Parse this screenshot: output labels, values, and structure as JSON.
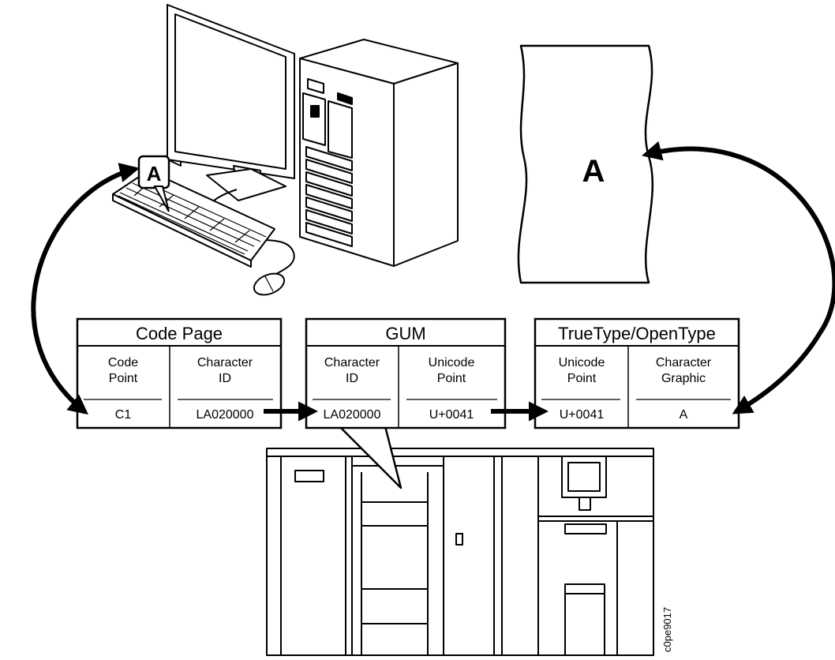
{
  "keyboard": {
    "key_letter": "A"
  },
  "document": {
    "letter": "A"
  },
  "tables": [
    {
      "title": "Code Page",
      "col1_head": [
        "Code",
        "Point"
      ],
      "col2_head": [
        "Character",
        "ID"
      ],
      "col1_val": "C1",
      "col2_val": "LA020000"
    },
    {
      "title": "GUM",
      "col1_head": [
        "Character",
        "ID"
      ],
      "col2_head": [
        "Unicode",
        "Point"
      ],
      "col1_val": "LA020000",
      "col2_val": "U+0041"
    },
    {
      "title": "TrueType/OpenType",
      "col1_head": [
        "Unicode",
        "Point"
      ],
      "col2_head": [
        "Character",
        "Graphic"
      ],
      "col1_val": "U+0041",
      "col2_val": "A"
    }
  ],
  "figure_code": "c0pe9017"
}
